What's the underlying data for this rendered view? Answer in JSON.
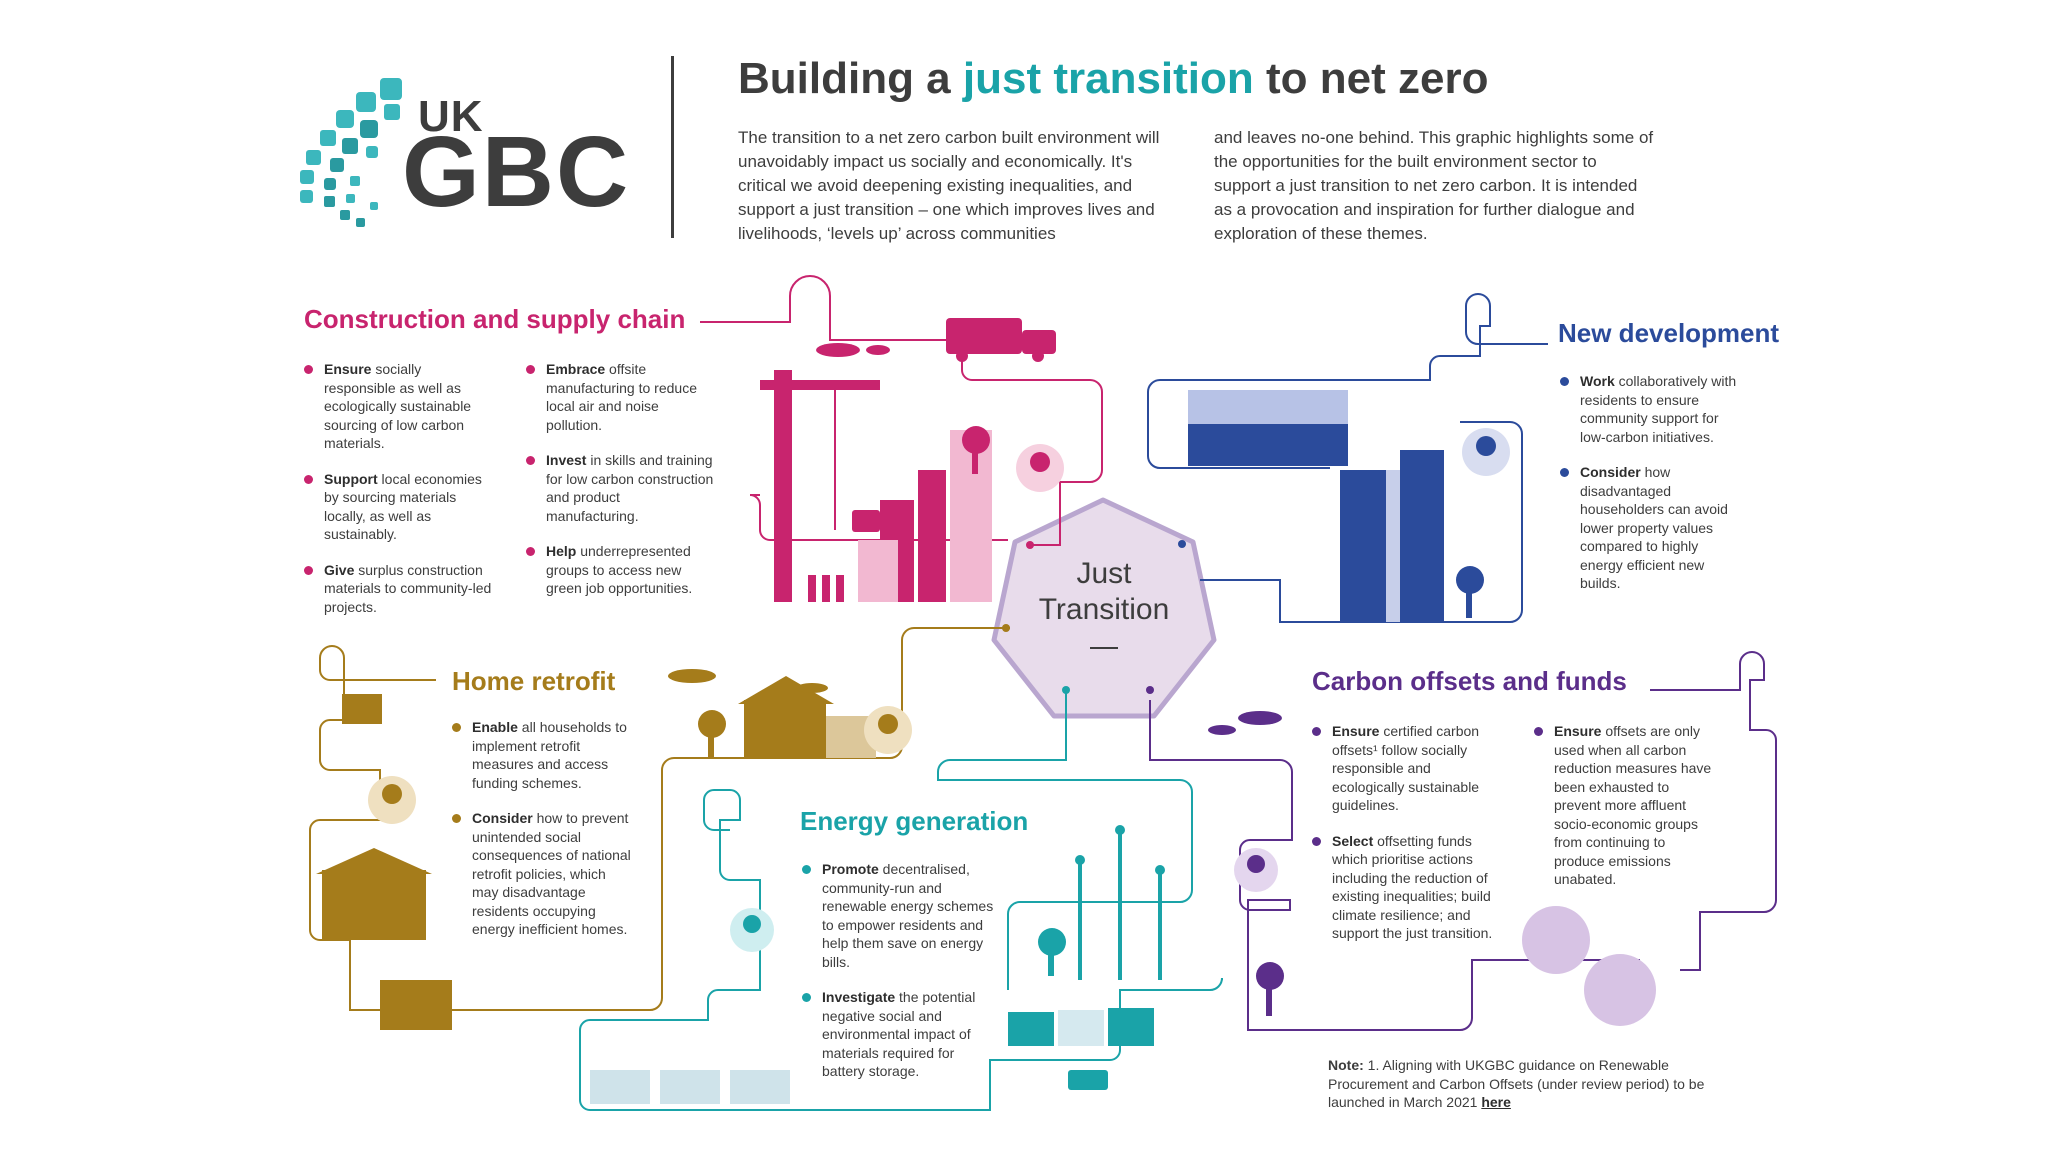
{
  "logo": {
    "uk": "UK",
    "gbc": "GBC"
  },
  "header": {
    "title_pre": "Building a ",
    "title_highlight": "just transition",
    "title_post": " to net zero",
    "intro_left": "The transition to a net zero carbon built environment will unavoidably impact us socially and economically. It's critical we avoid deepening existing inequalities, and support a just transition – one which improves lives and livelihoods, ‘levels up’ across communities",
    "intro_right": "and leaves no-one behind. This graphic highlights some of the opportunities for the built environment sector to support a just transition to net zero carbon. It is intended as a provocation and inspiration for further dialogue and exploration of these themes."
  },
  "center": {
    "line1": "Just",
    "line2": "Transition"
  },
  "construction": {
    "title": "Construction and supply chain",
    "col1": [
      {
        "bold": "Ensure",
        "text": " socially responsible as well as ecologically sustainable sourcing of low carbon materials."
      },
      {
        "bold": "Support",
        "text": " local economies by sourcing materials locally, as well as sustainably."
      },
      {
        "bold": "Give",
        "text": " surplus construction materials to community-led projects."
      }
    ],
    "col2": [
      {
        "bold": "Embrace",
        "text": " offsite manufacturing to reduce local air and noise pollution."
      },
      {
        "bold": "Invest",
        "text": " in skills and training for low carbon construction and product manufacturing."
      },
      {
        "bold": "Help",
        "text": " underrepresented groups to access new green job opportunities."
      }
    ]
  },
  "new_development": {
    "title": "New development",
    "items": [
      {
        "bold": "Work",
        "text": " collaboratively with residents to ensure community support for low-carbon initiatives."
      },
      {
        "bold": "Consider",
        "text": " how disadvantaged householders can avoid lower property values compared to highly energy efficient new builds."
      }
    ]
  },
  "home_retrofit": {
    "title": "Home retrofit",
    "items": [
      {
        "bold": "Enable",
        "text": " all households to implement retrofit measures and access funding schemes."
      },
      {
        "bold": "Consider",
        "text": " how to prevent unintended social consequences of national retrofit policies, which may disadvantage residents occupying energy inefficient homes."
      }
    ]
  },
  "energy_generation": {
    "title": "Energy generation",
    "items": [
      {
        "bold": "Promote",
        "text": " decentralised, community-run and renewable energy schemes to empower residents and help them save on energy bills."
      },
      {
        "bold": "Investigate",
        "text": " the potential negative social and environmental impact of materials required for battery storage."
      }
    ]
  },
  "carbon_offsets": {
    "title": "Carbon offsets and funds",
    "col1": [
      {
        "bold": "Ensure",
        "text": " certified carbon offsets¹ follow socially responsible and ecologically sustainable guidelines."
      },
      {
        "bold": "Select",
        "text": " offsetting funds which prioritise actions including the reduction of existing inequalities; build climate resilience; and support the just transition."
      }
    ],
    "col2": [
      {
        "bold": "Ensure",
        "text": " offsets are only used when all carbon reduction measures have been exhausted to prevent more affluent socio-economic groups from continuing to produce emissions unabated."
      }
    ]
  },
  "note": {
    "label": "Note:",
    "text": " 1. Aligning with UKGBC guidance on Renewable Procurement and Carbon Offsets (under review period) to be launched in March 2021 ",
    "link": "here"
  },
  "colors": {
    "pink": "#c8246e",
    "navy": "#2b4b9b",
    "gold": "#a57c1b",
    "teal": "#1aa3a8",
    "purple": "#5b2e8a",
    "text": "#3d3d3d"
  }
}
